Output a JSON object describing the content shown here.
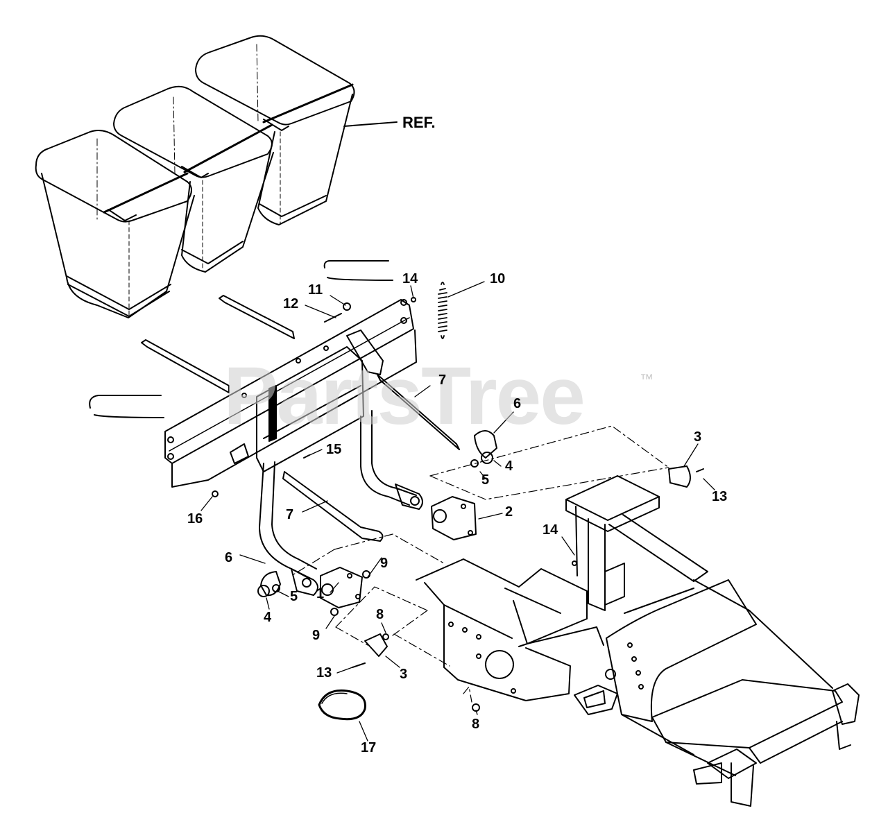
{
  "diagram": {
    "watermark": "PartsTree",
    "trademark": "™",
    "reference_label": "REF.",
    "callouts": {
      "c14_top": "14",
      "c10": "10",
      "c11": "11",
      "c12": "12",
      "c7_upper": "7",
      "c6_right": "6",
      "c15": "15",
      "c4_right": "4",
      "c5_right": "5",
      "c3_right": "3",
      "c13_right": "13",
      "c2": "2",
      "c16": "16",
      "c7_lower": "7",
      "c14_mid": "14",
      "c9_upper": "9",
      "c6_left": "6",
      "c5_left": "5",
      "c1": "1",
      "c4_left": "4",
      "c8_upper": "8",
      "c9_lower": "9",
      "c13_left": "13",
      "c3_left": "3",
      "c8_lower": "8",
      "c17": "17"
    }
  }
}
